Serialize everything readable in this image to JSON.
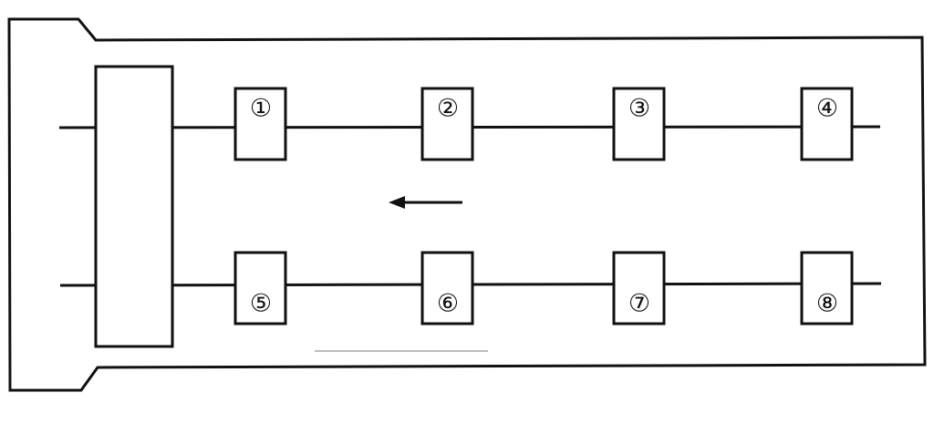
{
  "diagram": {
    "colors": {
      "stroke": "#111111",
      "background": "#ffffff",
      "faint_line": "#bbbbbb"
    },
    "flow_direction": "left",
    "top_row": [
      {
        "label": "①"
      },
      {
        "label": "②"
      },
      {
        "label": "③"
      },
      {
        "label": "④"
      }
    ],
    "bottom_row": [
      {
        "label": "⑤"
      },
      {
        "label": "⑥"
      },
      {
        "label": "⑦"
      },
      {
        "label": "⑧"
      }
    ]
  }
}
